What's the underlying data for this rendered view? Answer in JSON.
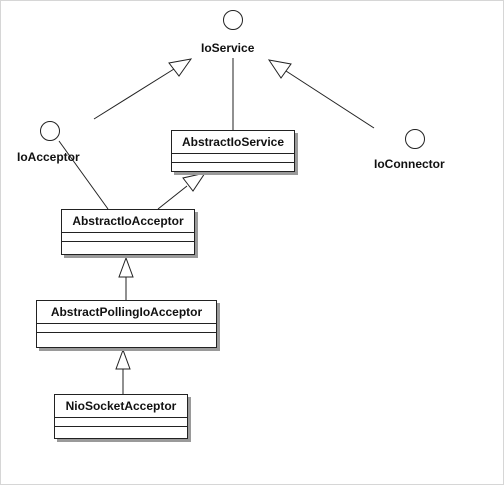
{
  "interfaces": {
    "io_service": {
      "label": "IoService"
    },
    "io_acceptor": {
      "label": "IoAcceptor"
    },
    "io_connector": {
      "label": "IoConnector"
    }
  },
  "classes": {
    "abstract_io_service": {
      "name": "AbstractIoService"
    },
    "abstract_io_acceptor": {
      "name": "AbstractIoAcceptor"
    },
    "abstract_polling_io_acceptor": {
      "name": "AbstractPollingIoAcceptor"
    },
    "nio_socket_acceptor": {
      "name": "NioSocketAcceptor"
    }
  },
  "colors": {
    "line": "#222222",
    "shadow": "#9a9a9a"
  }
}
